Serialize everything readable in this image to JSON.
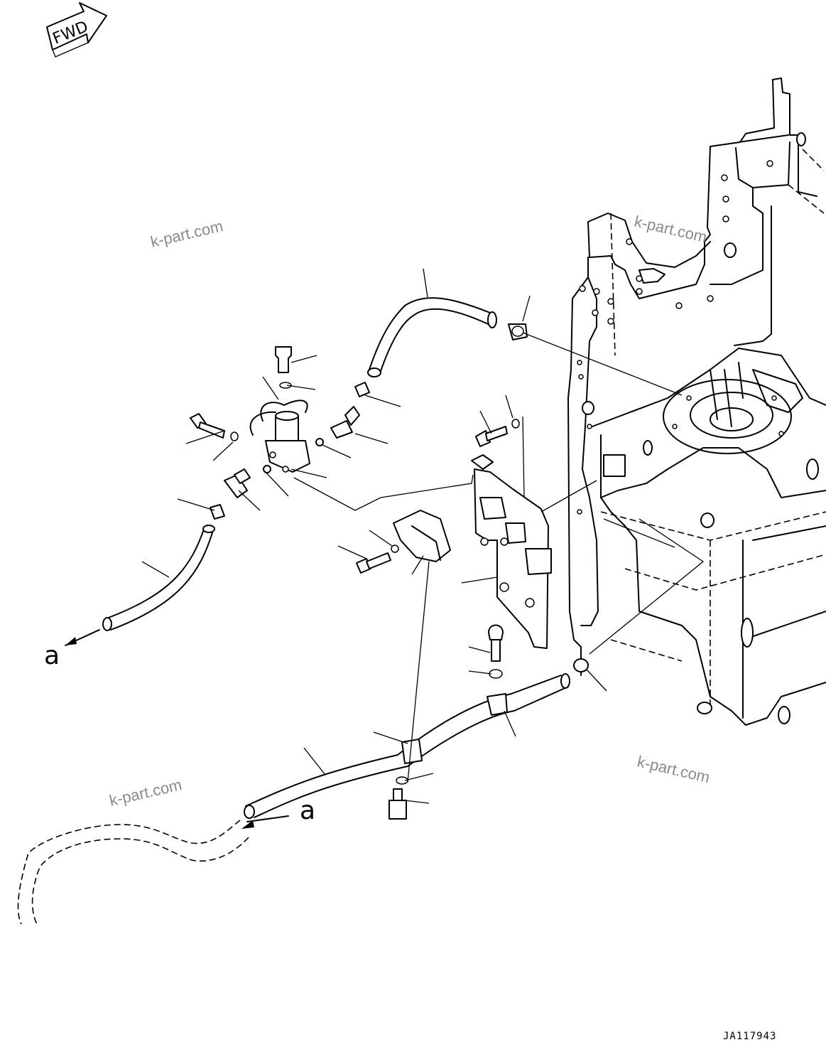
{
  "forward_arrow": {
    "label": "FWD",
    "icon": "forward-direction-arrow-icon"
  },
  "watermarks": [
    "k-part.com",
    "k-part.com",
    "k-part.com",
    "k-part.com"
  ],
  "connection_refs": [
    "a",
    "a"
  ],
  "drawing_code": "JA117943",
  "colors": {
    "line": "#000000",
    "background": "#ffffff",
    "watermark": "#8a8a8a"
  }
}
